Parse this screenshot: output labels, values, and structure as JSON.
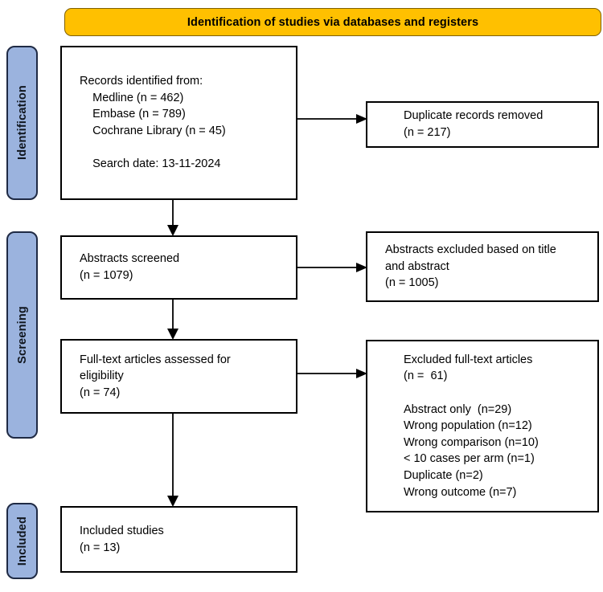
{
  "banner": {
    "title": "Identification of studies via databases and registers",
    "color": "#FFC000"
  },
  "stages": {
    "color": "#9BB3DE",
    "identification": "Identification",
    "screening": "Screening",
    "included": "Included"
  },
  "boxes": {
    "records_identified": "Records identified from:\n    Medline (n = 462)\n    Embase (n = 789)\n    Cochrane Library (n = 45)\n\n    Search date: 13-11-2024",
    "duplicates_removed": "Duplicate records removed\n(n = 217)",
    "abstracts_screened": "Abstracts screened\n(n = 1079)",
    "abstracts_excluded": "Abstracts excluded based on title\nand abstract\n(n = 1005)",
    "fulltext_assessed": "Full-text articles assessed for\neligibility\n(n = 74)",
    "fulltext_excluded": "Excluded full-text articles\n(n =  61)\n\nAbstract only  (n=29)\nWrong population (n=12)\nWrong comparison (n=10)\n< 10 cases per arm (n=1)\nDuplicate (n=2)\nWrong outcome (n=7)",
    "included_studies": "Included studies\n(n = 13)"
  },
  "chart_data": {
    "type": "diagram",
    "title": "Identification of studies via databases and registers",
    "nodes": [
      {
        "id": "records_identified",
        "stage": "Identification",
        "label": "Records identified from",
        "sources": [
          {
            "name": "Medline",
            "n": 462
          },
          {
            "name": "Embase",
            "n": 789
          },
          {
            "name": "Cochrane Library",
            "n": 45
          }
        ],
        "search_date": "13-11-2024"
      },
      {
        "id": "duplicates_removed",
        "stage": "Identification",
        "label": "Duplicate records removed",
        "n": 217
      },
      {
        "id": "abstracts_screened",
        "stage": "Screening",
        "label": "Abstracts screened",
        "n": 1079
      },
      {
        "id": "abstracts_excluded",
        "stage": "Screening",
        "label": "Abstracts excluded based on title and abstract",
        "n": 1005
      },
      {
        "id": "fulltext_assessed",
        "stage": "Screening",
        "label": "Full-text articles assessed for eligibility",
        "n": 74
      },
      {
        "id": "fulltext_excluded",
        "stage": "Screening",
        "label": "Excluded full-text articles",
        "n": 61,
        "reasons": [
          {
            "reason": "Abstract only",
            "n": 29
          },
          {
            "reason": "Wrong population",
            "n": 12
          },
          {
            "reason": "Wrong comparison",
            "n": 10
          },
          {
            "reason": "< 10 cases per arm",
            "n": 1
          },
          {
            "reason": "Duplicate",
            "n": 2
          },
          {
            "reason": "Wrong outcome",
            "n": 7
          }
        ]
      },
      {
        "id": "included_studies",
        "stage": "Included",
        "label": "Included studies",
        "n": 13
      }
    ],
    "edges": [
      {
        "from": "records_identified",
        "to": "duplicates_removed",
        "direction": "right"
      },
      {
        "from": "records_identified",
        "to": "abstracts_screened",
        "direction": "down"
      },
      {
        "from": "abstracts_screened",
        "to": "abstracts_excluded",
        "direction": "right"
      },
      {
        "from": "abstracts_screened",
        "to": "fulltext_assessed",
        "direction": "down"
      },
      {
        "from": "fulltext_assessed",
        "to": "fulltext_excluded",
        "direction": "right"
      },
      {
        "from": "fulltext_assessed",
        "to": "included_studies",
        "direction": "down"
      }
    ]
  }
}
